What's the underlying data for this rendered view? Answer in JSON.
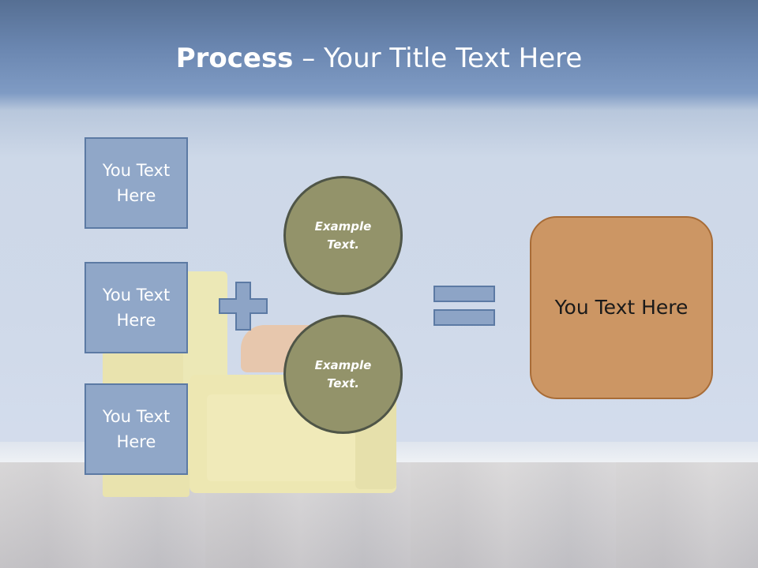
{
  "slide": {
    "title_bold": "Process",
    "title_rest": " – Your Title Text Here",
    "left_boxes": [
      {
        "line1": "You Text",
        "line2": "Here"
      },
      {
        "line1": "You Text",
        "line2": "Here"
      },
      {
        "line1": "You Text",
        "line2": "Here"
      }
    ],
    "circles": [
      {
        "line1": "Example",
        "line2": "Text."
      },
      {
        "line1": "Example",
        "line2": "Text."
      }
    ],
    "result_text": "You Text Here"
  },
  "colors": {
    "box_fill": "#90a7c8",
    "box_border": "#5c7aa4",
    "circle_fill": "#93936a",
    "circle_border": "#4f5547",
    "result_fill": "#cc9664",
    "result_border": "#a86c37",
    "title_text": "#ffffff"
  },
  "icons": {
    "plus": "plus-icon",
    "equals": "equals-icon"
  }
}
